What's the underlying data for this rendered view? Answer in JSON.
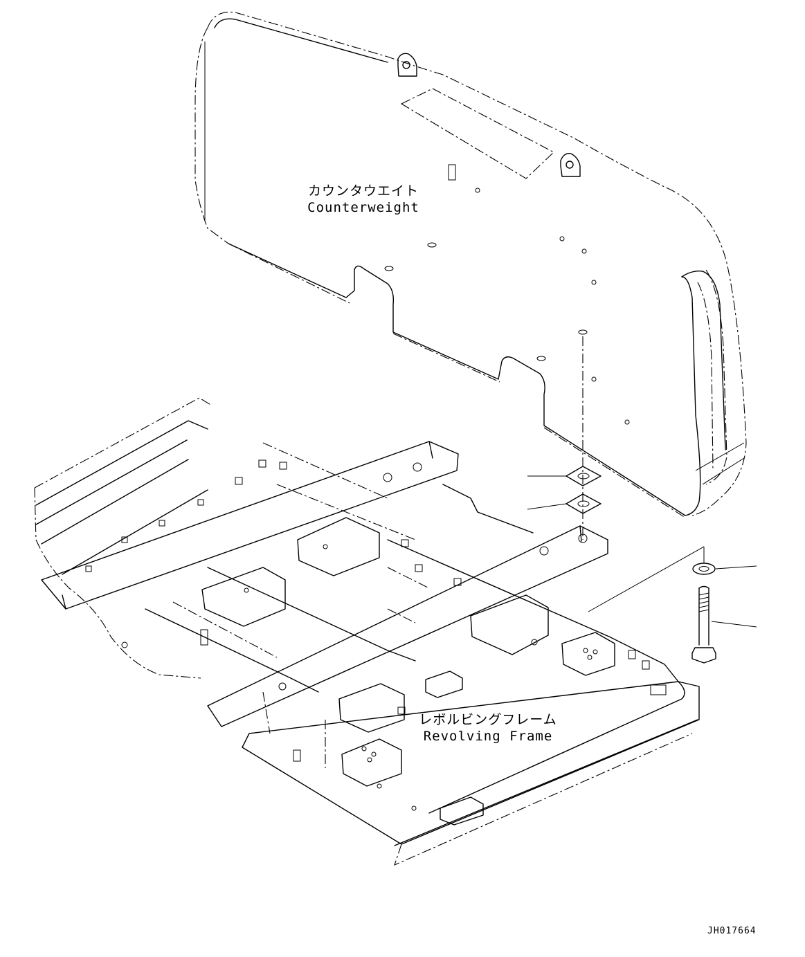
{
  "counterweight": {
    "label_jp": "カウンタウエイト",
    "label_en": "Counterweight"
  },
  "revolving_frame": {
    "label_jp": "レボルビングフレーム",
    "label_en": "Revolving Frame"
  },
  "drawing_code": "JH017664"
}
